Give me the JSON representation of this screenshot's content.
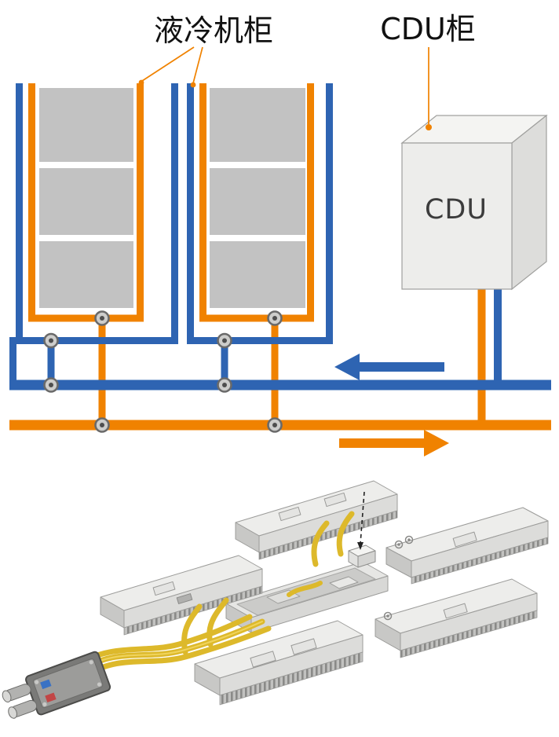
{
  "labels": {
    "cooling_cabinet": "液冷机柜",
    "cdu_cabinet": "CDU柜",
    "cdu_box": "CDU"
  },
  "flows": {
    "blue_pipe_arrow_direction": "left",
    "orange_pipe_arrow_direction": "right"
  },
  "colors": {
    "pipe_blue": "#2E64B2",
    "pipe_orange": "#F08200",
    "server_module_gray": "#C2C2C2",
    "cdu_face_gray": "#EDEDEB",
    "hose_yellow": "#DDB92B",
    "leader_line_orange": "#F08200"
  },
  "counts": {
    "cooling_cabinets": 2,
    "server_blocks_per_cabinet": 3,
    "pipe_couplings": 8
  }
}
